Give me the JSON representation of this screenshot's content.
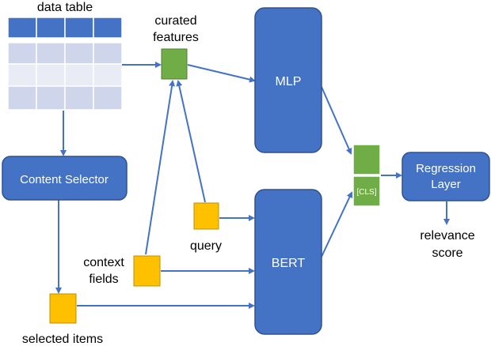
{
  "labels": {
    "data_table": "data table",
    "curated_features_line1": "curated",
    "curated_features_line2": "features",
    "query": "query",
    "context_fields_line1": "context",
    "context_fields_line2": "fields",
    "selected_items": "selected items",
    "relevance_line1": "relevance",
    "relevance_line2": "score"
  },
  "boxes": {
    "content_selector": "Content Selector",
    "mlp": "MLP",
    "bert": "BERT",
    "regression_line1": "Regression",
    "regression_line2": "Layer",
    "cls": "[CLS]"
  },
  "colors": {
    "blue_box": "#4472C4",
    "blue_border": "#2F528F",
    "arrow": "#4472C4",
    "green": "#70AD47",
    "yellow": "#FFC000",
    "table_header": "#4472C4",
    "table_row_dark": "#CFD5EA",
    "table_row_light": "#E9EBF5"
  }
}
